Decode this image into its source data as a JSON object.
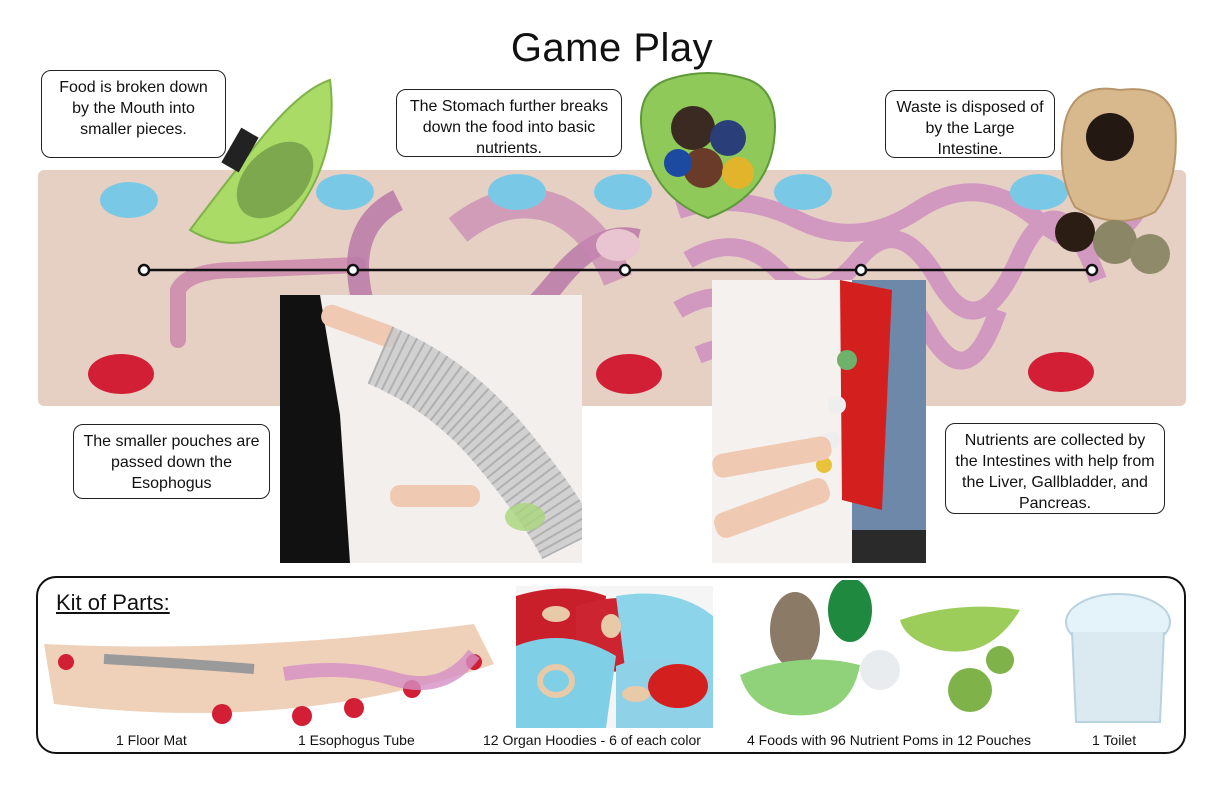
{
  "title": "Game Play",
  "callouts": {
    "mouth": "Food is broken down by the Mouth into smaller pieces.",
    "stomach": "The Stomach further breaks down the food into basic nutrients.",
    "waste": "Waste is disposed of by the Large Intestine.",
    "esophagus": "The smaller pouches are passed down the Esophogus",
    "nutrients": "Nutrients are collected by the Intestines with help from the Liver, Gallbladder, and Pancreas."
  },
  "kit": {
    "title": "Kit of Parts:",
    "items": [
      "1 Floor Mat",
      "1 Esophogus Tube",
      "12 Organ Hoodies - 6 of each color",
      "4 Foods with 96 Nutrient Poms in 12 Pouches",
      "1 Toilet"
    ]
  },
  "colors": {
    "mat": "#e6d0c4",
    "organ_red": "#d21f35",
    "label_blue": "#79c9e6",
    "intestine": "#c98ab6",
    "pouch_green": "#8fc95a"
  }
}
